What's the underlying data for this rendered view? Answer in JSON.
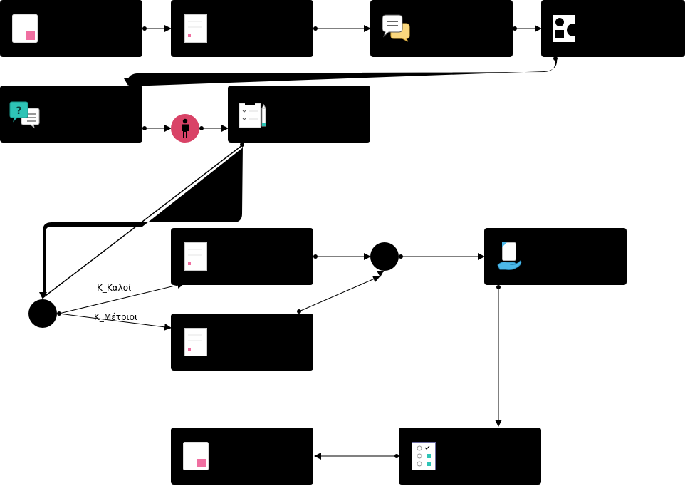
{
  "edges": {
    "branch_good": "K_Καλοί",
    "branch_medium": "K_Μέτριοι"
  },
  "colors": {
    "node": "#000000",
    "accent_pink": "#f06fa1",
    "accent_teal": "#2ec4b6",
    "accent_yellow": "#f9d77e",
    "accent_blue": "#4db8e8",
    "actor_red": "#d94367",
    "paper": "#ffffff"
  },
  "nodes": [
    {
      "id": "t1",
      "icon": "document-pink-icon"
    },
    {
      "id": "t2",
      "icon": "form-document-icon"
    },
    {
      "id": "t3",
      "icon": "chat-bubbles-icon"
    },
    {
      "id": "t4",
      "icon": "shapes-icon"
    },
    {
      "id": "t5",
      "icon": "question-chat-icon"
    },
    {
      "id": "actor",
      "icon": "person-icon"
    },
    {
      "id": "t6",
      "icon": "clipboard-pencil-icon"
    },
    {
      "id": "gw1",
      "icon": "gateway"
    },
    {
      "id": "t7",
      "icon": "form-document-icon"
    },
    {
      "id": "gw2",
      "icon": "gateway"
    },
    {
      "id": "t8",
      "icon": "hand-document-icon"
    },
    {
      "id": "t9",
      "icon": "form-document-icon"
    },
    {
      "id": "t10",
      "icon": "checklist-icon"
    },
    {
      "id": "t11",
      "icon": "document-pink-icon"
    }
  ]
}
